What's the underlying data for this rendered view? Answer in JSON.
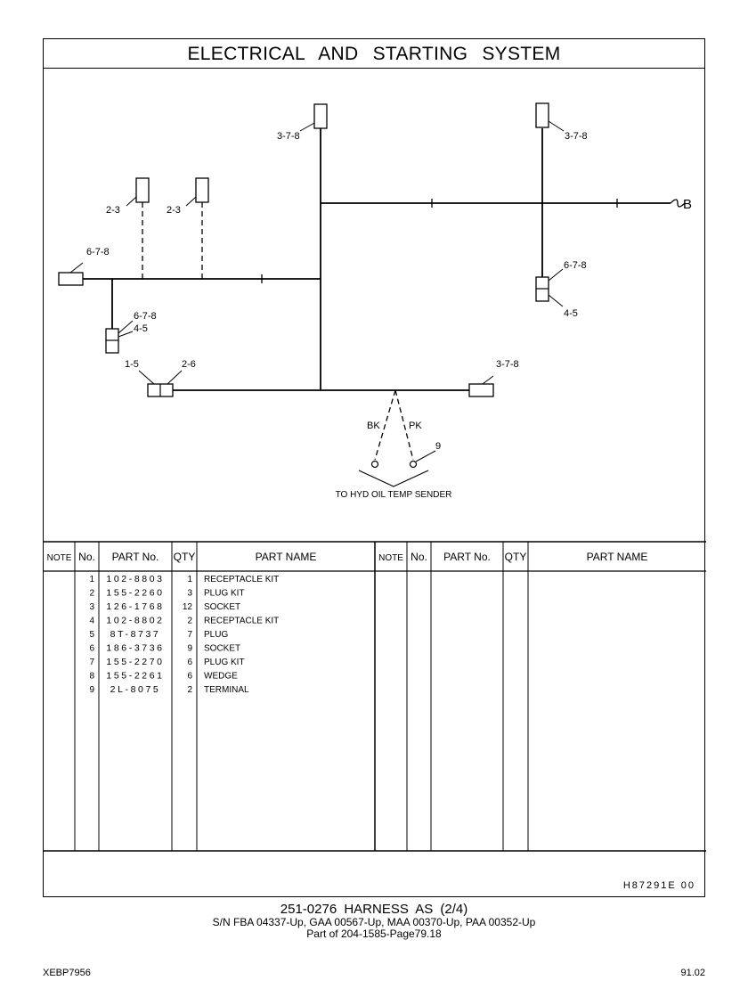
{
  "header": {
    "title": "ELECTRICAL AND STARTING SYSTEM"
  },
  "diagram": {
    "callouts": {
      "top_center": "3-7-8",
      "top_right": "3-7-8",
      "left_a": "2-3",
      "left_b": "2-3",
      "left_end": "6-7-8",
      "left_drop_upper": "6-7-8",
      "left_drop_lower": "4-5",
      "right_drop_upper": "6-7-8",
      "right_drop_lower": "4-5",
      "bottom_left_a": "1-5",
      "bottom_left_b": "2-6",
      "bottom_right": "3-7-8",
      "wire_bk": "BK",
      "wire_pk": "PK",
      "terminal": "9",
      "continuation": "B",
      "sender_note": "TO HYD OIL TEMP SENDER"
    }
  },
  "parts_table": {
    "headers": {
      "note": "NOTE",
      "no": "No.",
      "part_no": "PART No.",
      "qty": "QTY",
      "part_name": "PART NAME"
    },
    "rows": [
      {
        "no": "1",
        "part_no": "102-8803",
        "qty": "1",
        "name": "RECEPTACLE KIT"
      },
      {
        "no": "2",
        "part_no": "155-2260",
        "qty": "3",
        "name": "PLUG KIT"
      },
      {
        "no": "3",
        "part_no": "126-1768",
        "qty": "12",
        "name": "SOCKET"
      },
      {
        "no": "4",
        "part_no": "102-8802",
        "qty": "2",
        "name": "RECEPTACLE KIT"
      },
      {
        "no": "5",
        "part_no": "8T-8737",
        "qty": "7",
        "name": "PLUG"
      },
      {
        "no": "6",
        "part_no": "186-3736",
        "qty": "9",
        "name": "SOCKET"
      },
      {
        "no": "7",
        "part_no": "155-2270",
        "qty": "6",
        "name": "PLUG KIT"
      },
      {
        "no": "8",
        "part_no": "155-2261",
        "qty": "6",
        "name": "WEDGE"
      },
      {
        "no": "9",
        "part_no": "2L-8075",
        "qty": "2",
        "name": "TERMINAL"
      }
    ]
  },
  "figure_id": "H87291E   00",
  "caption": {
    "title": "251-0276  HARNESS AS (2/4)",
    "serials": "S/N FBA 04337-Up, GAA 00567-Up, MAA 00370-Up, PAA 00352-Up",
    "part_of": "Part of 204-1585-Page79.18"
  },
  "footer": {
    "doc_code": "XEBP7956",
    "page": "91.02"
  }
}
